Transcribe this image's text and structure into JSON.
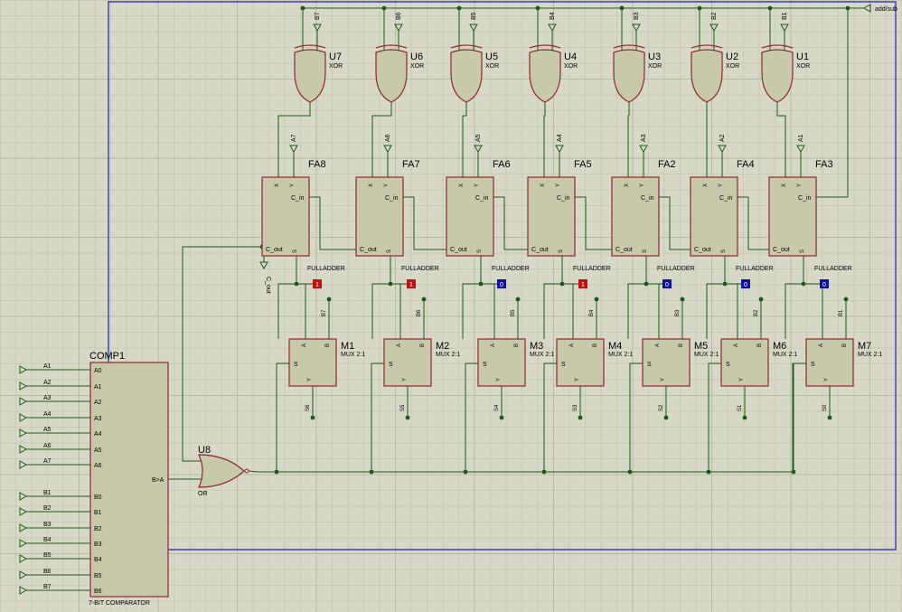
{
  "colors": {
    "background": "#d8d8c8",
    "grid_minor": "#c9c9b6",
    "grid_major": "#b9b9a4",
    "wire": "#1a5a1a",
    "bus": "#2020b0",
    "part_fill": "#c8c8aa",
    "part_border": "#8b2a2a",
    "label": "#000000",
    "high": "#c01010",
    "low": "#1010a0"
  },
  "input_addsub": "add/sub",
  "xor_gates": [
    {
      "name": "U7",
      "type": "XOR",
      "input": "B7"
    },
    {
      "name": "U6",
      "type": "XOR",
      "input": "B6"
    },
    {
      "name": "U5",
      "type": "XOR",
      "input": "B5"
    },
    {
      "name": "U4",
      "type": "XOR",
      "input": "B4"
    },
    {
      "name": "U3",
      "type": "XOR",
      "input": "B3"
    },
    {
      "name": "U2",
      "type": "XOR",
      "input": "B2"
    },
    {
      "name": "U1",
      "type": "XOR",
      "input": "B1"
    }
  ],
  "full_adders": [
    {
      "name": "FA8",
      "a_input": "A7",
      "type": "FULLADDER",
      "pin_x": "X",
      "pin_y": "Y",
      "pin_cin": "C_in",
      "pin_cout": "C_out",
      "pin_s": "S"
    },
    {
      "name": "FA7",
      "a_input": "A6",
      "type": "FULLADDER",
      "pin_x": "X",
      "pin_y": "Y",
      "pin_cin": "C_in",
      "pin_cout": "C_out",
      "pin_s": "S"
    },
    {
      "name": "FA6",
      "a_input": "A5",
      "type": "FULLADDER",
      "pin_x": "X",
      "pin_y": "Y",
      "pin_cin": "C_in",
      "pin_cout": "C_out",
      "pin_s": "S"
    },
    {
      "name": "FA5",
      "a_input": "A4",
      "type": "FULLADDER",
      "pin_x": "X",
      "pin_y": "Y",
      "pin_cin": "C_in",
      "pin_cout": "C_out",
      "pin_s": "S"
    },
    {
      "name": "FA2",
      "a_input": "A3",
      "type": "FULLADDER",
      "pin_x": "X",
      "pin_y": "Y",
      "pin_cin": "C_in",
      "pin_cout": "C_out",
      "pin_s": "S"
    },
    {
      "name": "FA4",
      "a_input": "A2",
      "type": "FULLADDER",
      "pin_x": "X",
      "pin_y": "Y",
      "pin_cin": "C_in",
      "pin_cout": "C_out",
      "pin_s": "S"
    },
    {
      "name": "FA3",
      "a_input": "A1",
      "type": "FULLADDER",
      "pin_x": "X",
      "pin_y": "Y",
      "pin_cin": "C_in",
      "pin_cout": "C_out",
      "pin_s": "S"
    }
  ],
  "cout_label": "C_out",
  "probes": [
    "1",
    "1",
    "0",
    "1",
    "0",
    "0",
    "0"
  ],
  "muxes": [
    {
      "name": "M1",
      "type": "MUX 2:1",
      "b_input": "B7",
      "output": "S6",
      "pin_a": "A",
      "pin_b": "B",
      "pin_s": "S",
      "pin_y": "Y"
    },
    {
      "name": "M2",
      "type": "MUX 2:1",
      "b_input": "B6",
      "output": "S5",
      "pin_a": "A",
      "pin_b": "B",
      "pin_s": "S",
      "pin_y": "Y"
    },
    {
      "name": "M3",
      "type": "MUX 2:1",
      "b_input": "B5",
      "output": "S4",
      "pin_a": "A",
      "pin_b": "B",
      "pin_s": "S",
      "pin_y": "Y"
    },
    {
      "name": "M4",
      "type": "MUX 2:1",
      "b_input": "B4",
      "output": "S3",
      "pin_a": "A",
      "pin_b": "B",
      "pin_s": "S",
      "pin_y": "Y"
    },
    {
      "name": "M5",
      "type": "MUX 2:1",
      "b_input": "B3",
      "output": "S2",
      "pin_a": "A",
      "pin_b": "B",
      "pin_s": "S",
      "pin_y": "Y"
    },
    {
      "name": "M6",
      "type": "MUX 2:1",
      "b_input": "B2",
      "output": "S1",
      "pin_a": "A",
      "pin_b": "B",
      "pin_s": "S",
      "pin_y": "Y"
    },
    {
      "name": "M7",
      "type": "MUX 2:1",
      "b_input": "B1",
      "output": "S0",
      "pin_a": "A",
      "pin_b": "B",
      "pin_s": "S",
      "pin_y": "Y"
    }
  ],
  "comparator": {
    "name": "COMP1",
    "type": "7-BIT COMPARATOR",
    "output": "B>A",
    "a_terminals": [
      "A1",
      "A2",
      "A3",
      "A4",
      "A5",
      "A6",
      "A7"
    ],
    "a_pins": [
      "A0",
      "A1",
      "A2",
      "A3",
      "A4",
      "A5",
      "A6"
    ],
    "b_terminals": [
      "B1",
      "B2",
      "B3",
      "B4",
      "B5",
      "B6",
      "B7"
    ],
    "b_pins": [
      "B0",
      "B1",
      "B2",
      "B3",
      "B4",
      "B5",
      "B6"
    ]
  },
  "or_gate": {
    "name": "U8",
    "type": "OR"
  }
}
